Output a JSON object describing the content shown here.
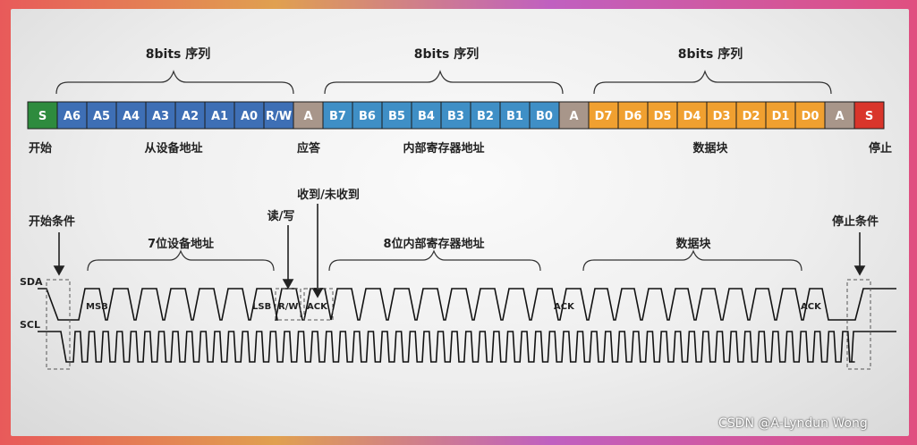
{
  "colors": {
    "start_stop": "#2e8b3e",
    "stop": "#d9352b",
    "ack": "#a8968a",
    "address": "#3e6fb5",
    "register": "#3f8fc6",
    "data": "#f0a030"
  },
  "frame": {
    "cells": [
      {
        "label": "S",
        "kind": "start"
      },
      {
        "label": "A6",
        "kind": "address"
      },
      {
        "label": "A5",
        "kind": "address"
      },
      {
        "label": "A4",
        "kind": "address"
      },
      {
        "label": "A3",
        "kind": "address"
      },
      {
        "label": "A2",
        "kind": "address"
      },
      {
        "label": "A1",
        "kind": "address"
      },
      {
        "label": "A0",
        "kind": "address"
      },
      {
        "label": "R/W",
        "kind": "address"
      },
      {
        "label": "A",
        "kind": "ack"
      },
      {
        "label": "B7",
        "kind": "register"
      },
      {
        "label": "B6",
        "kind": "register"
      },
      {
        "label": "B5",
        "kind": "register"
      },
      {
        "label": "B4",
        "kind": "register"
      },
      {
        "label": "B3",
        "kind": "register"
      },
      {
        "label": "B2",
        "kind": "register"
      },
      {
        "label": "B1",
        "kind": "register"
      },
      {
        "label": "B0",
        "kind": "register"
      },
      {
        "label": "A",
        "kind": "ack"
      },
      {
        "label": "D7",
        "kind": "data"
      },
      {
        "label": "D6",
        "kind": "data"
      },
      {
        "label": "D5",
        "kind": "data"
      },
      {
        "label": "D4",
        "kind": "data"
      },
      {
        "label": "D3",
        "kind": "data"
      },
      {
        "label": "D2",
        "kind": "data"
      },
      {
        "label": "D1",
        "kind": "data"
      },
      {
        "label": "D0",
        "kind": "data"
      },
      {
        "label": "A",
        "kind": "ack"
      },
      {
        "label": "S",
        "kind": "stop"
      }
    ],
    "brace_labels": [
      "8bits 序列",
      "8bits 序列",
      "8bits 序列"
    ],
    "captions": {
      "start": "开始",
      "slave_address": "从设备地址",
      "ack": "应答",
      "register_address": "内部寄存器地址",
      "data_block": "数据块",
      "stop": "停止"
    }
  },
  "timing": {
    "signals": [
      "SDA",
      "SCL"
    ],
    "start_condition": "开始条件",
    "stop_condition": "停止条件",
    "address_group": "7位设备地址",
    "register_group": "8位内部寄存器地址",
    "data_group": "数据块",
    "read_write": "读/写",
    "ack_received": "收到/未收到",
    "bit_labels": {
      "msb": "MSB",
      "lsb": "LSB",
      "rw": "R/W",
      "ack": "ACK"
    }
  },
  "watermark": "CSDN @A-Lyndun Wong"
}
